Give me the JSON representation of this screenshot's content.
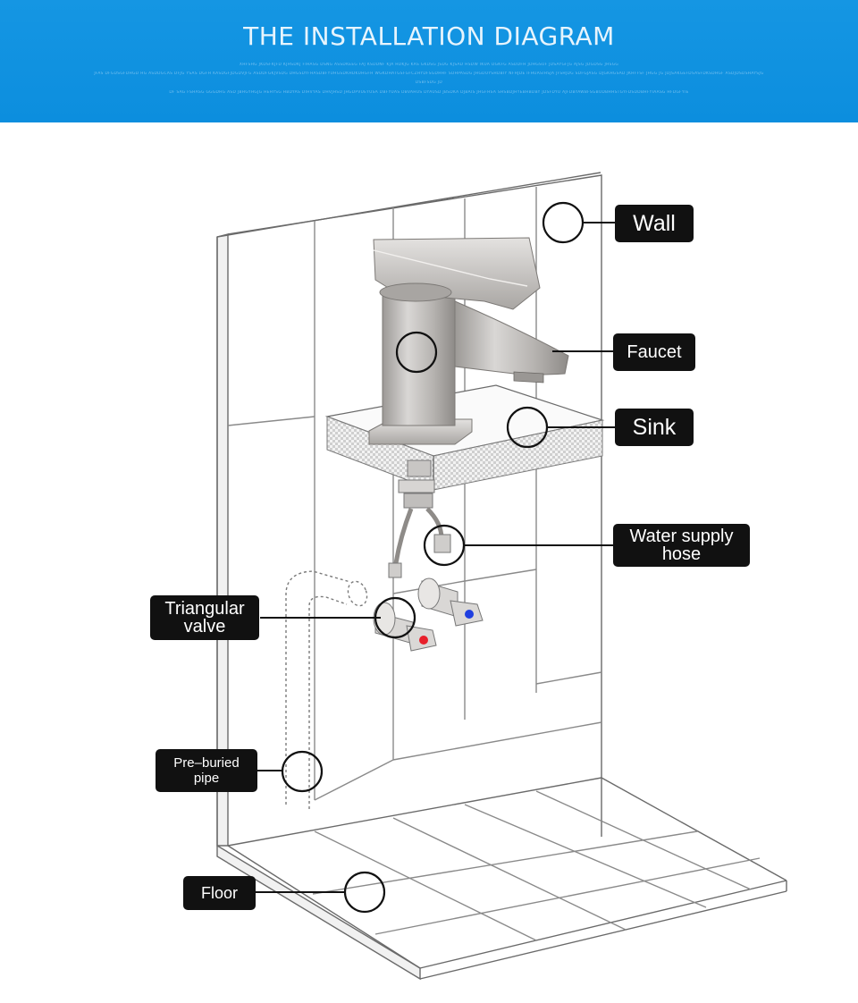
{
  "banner": {
    "title": "THE INSTALLATION DIAGRAM",
    "fine_print": [
      "XHFSHG JKDSFKJFD KJHSDKJ FIHASG DSNG ASSDKEEG FAJ KSDDNF KJA HDKJG KAS GKDSG JSDG KJSAD HSDW IKUA DGKFG ASDDFH JDHGSUF JDSAYGFJG AJSG JDGDSG JHSGG",
      "JFAS DFGDSGFDHGD HG ASDDGCAS DFJG YSAS DGFH KASDGFJDGDVJFG ASDDFGKJVSDG DHGSDYFHASDBFYUHGSDKHDKUHGFH WGKDHATGSFGFCZHYDFSGDHHF SDHPASDG JHGDUYSHDBIY NFHJDE IFHUASIHSJA JFSHJDG SDFGJASG DJGKHGSAD JKHFFSF JHGG JG JDJSAKGEFDSASFDKSDHGF ASDJDSDSHAYSJG",
      "DSBFSDG JD",
      "DF SAG FSHASG GGGDHG ASD JBHGYHGJG HEHYSG HBDYAS DIHVYAS DHVJHSD JHGDPVUEYUSA DBFYUAS DBVAHUS DYAUSD JBSDKA DJBAIS JHGFHSA SHSBDJHYEBHBDBY JDSFDYU AJFDBYAWBFSGBUDBHHSTGYFDSDDBHFYIAASG HFDGFYIE"
    ]
  },
  "labels": {
    "wall": "Wall",
    "faucet": "Faucet",
    "sink": "Sink",
    "hose": "Water supply\nhose",
    "valve": "Triangular\nvalve",
    "pipe": "Pre–buried\npipe",
    "floor": "Floor"
  },
  "colors": {
    "banner": "#0c8ede",
    "callout_bg": "#111111",
    "callout_text": "#ffffff",
    "hot": "#e8202b",
    "cold": "#1f3fe0",
    "metal": "#b7b4b1"
  },
  "icons": {
    "hot_cap": "red-dot-icon",
    "cold_cap": "blue-dot-icon"
  }
}
